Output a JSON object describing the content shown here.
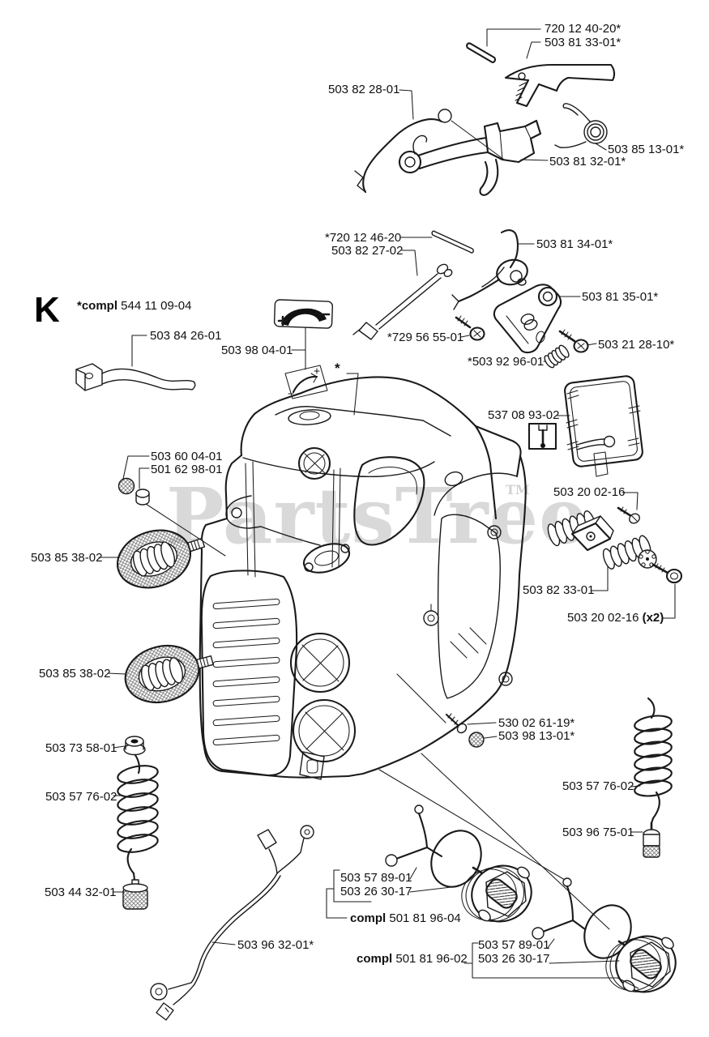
{
  "watermark": {
    "text": "PartsTree",
    "tm": "TM"
  },
  "section": {
    "letter": "K",
    "note_bold": "*compl",
    "note_text": " 544 11 09-04"
  },
  "footnote": "*",
  "labels": [
    {
      "text": "720 12 40-20*"
    },
    {
      "text": "503 81 33-01*"
    },
    {
      "text": "503 82 28-01"
    },
    {
      "text": "503 85 13-01*"
    },
    {
      "text": "503 81 32-01*"
    },
    {
      "text": "*720 12 46-20"
    },
    {
      "text": "503 82 27-02"
    },
    {
      "text": "503 81 34-01*"
    },
    {
      "text": "503 81 35-01*"
    },
    {
      "text": "*729 56 55-01"
    },
    {
      "text": "503 21 28-10*"
    },
    {
      "text": "*503 92 96-01"
    },
    {
      "text": "503 84 26-01"
    },
    {
      "text": "503 98 04-01"
    },
    {
      "text": "537 08 93-02"
    },
    {
      "text": "503 60 04-01"
    },
    {
      "text": "501 62 98-01"
    },
    {
      "text": "503 20 02-16"
    },
    {
      "text": "503 85 38-02"
    },
    {
      "text": "503 82 33-01"
    },
    {
      "text": "503 20 02-16 ",
      "bold": "(x2)"
    },
    {
      "text": "503 85 38-02"
    },
    {
      "text": "530 02 61-19*"
    },
    {
      "text": "503 98 13-01*"
    },
    {
      "text": "503 73 58-01"
    },
    {
      "text": "503 57 76-02"
    },
    {
      "text": "503 57 76-02"
    },
    {
      "text": "503 96 75-01"
    },
    {
      "text": "503 44 32-01"
    },
    {
      "text": "503 57 89-01"
    },
    {
      "text": "503 26 30-17"
    },
    {
      "bold": "compl",
      "text": " 501 81 96-04"
    },
    {
      "text": "503 96 32-01*"
    },
    {
      "text": "503 57 89-01"
    },
    {
      "text": "503 26 30-17"
    },
    {
      "bold": "compl",
      "text": " 501 81 96-02"
    }
  ]
}
